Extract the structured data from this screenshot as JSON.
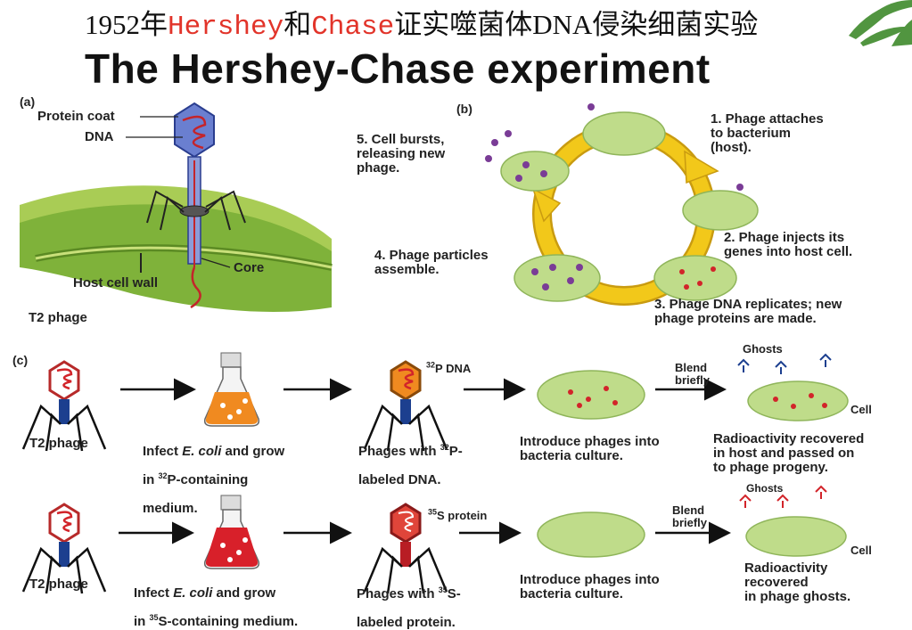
{
  "slide": {
    "title_prefix": "1952年",
    "title_hershey": "Hershey",
    "title_and": "和",
    "title_chase": "Chase",
    "title_suffix": "证实噬菌体DNA侵染细菌实验"
  },
  "figure": {
    "title": "The Hershey-Chase experiment",
    "panel_a": {
      "letter": "(a)",
      "protein_coat": "Protein coat",
      "dna": "DNA",
      "core": "Core",
      "host_cell_wall": "Host cell wall",
      "t2_phage": "T2 phage"
    },
    "panel_b": {
      "letter": "(b)",
      "step1": "1. Phage attaches\n   to bacterium\n   (host).",
      "step2": "2. Phage injects its\n   genes into host cell.",
      "step3": "3. Phage DNA replicates; new\n   phage proteins are made.",
      "step4": "4. Phage particles\n   assemble.",
      "step5": "5. Cell bursts,\n   releasing new\n   phage."
    },
    "panel_c": {
      "letter": "(c)",
      "row1": {
        "t2_phage": "T2 phage",
        "infect_a": "Infect ",
        "infect_ecoli": "E. coli",
        "infect_b": " and grow",
        "infect_c_in": "in ",
        "infect_c_sup": "32",
        "infect_c_rest": "P-containing",
        "infect_d": "medium.",
        "dna_sup": "32",
        "dna_label": "P DNA",
        "phages_a": "Phages with ",
        "phages_sup": "32",
        "phages_b": "P-",
        "phages_c": "labeled DNA.",
        "introduce": "Introduce phages into\nbacteria culture.",
        "blend": "Blend\nbriefly",
        "ghosts": "Ghosts",
        "cell": "Cell",
        "result": "Radioactivity recovered\nin host and passed on\nto phage progeny."
      },
      "row2": {
        "t2_phage": "T2 phage",
        "infect_a": "Infect ",
        "infect_ecoli": "E. coli",
        "infect_b": " and grow",
        "infect_c_in": "in ",
        "infect_c_sup": "35",
        "infect_c_rest": "S-containing medium.",
        "protein_sup": "35",
        "protein_label": "S protein",
        "phages_a": "Phages with ",
        "phages_sup": "35",
        "phages_b": "S-",
        "phages_c": "labeled protein.",
        "introduce": "Introduce phages into\nbacteria culture.",
        "blend": "Blend\nbriefly",
        "ghosts": "Ghosts",
        "cell": "Cell",
        "result": "Radioactivity\nrecovered\nin phage ghosts."
      }
    }
  },
  "colors": {
    "title_red": "#e2342a",
    "cell_green": "#bfdc8a",
    "cycle_arrow": "#f2c81a",
    "phage_blue": "#1c3f8f",
    "dna_red": "#d2242a",
    "flask_orange": "#f08a20",
    "flask_red": "#d8202a"
  }
}
